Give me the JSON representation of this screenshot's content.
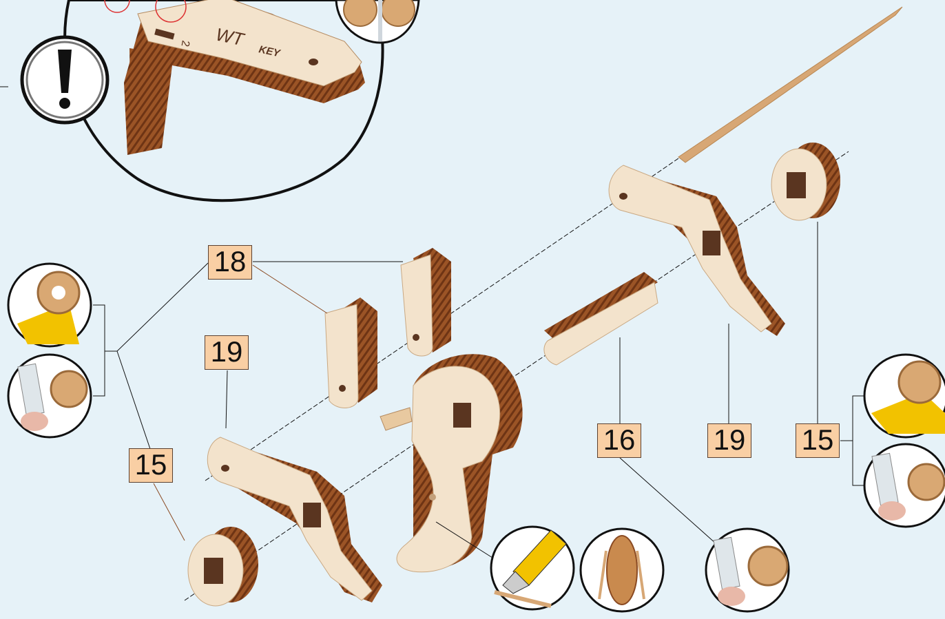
{
  "callouts": [
    {
      "id": "18",
      "text": "18"
    },
    {
      "id": "19a",
      "text": "19"
    },
    {
      "id": "15a",
      "text": "15"
    },
    {
      "id": "16",
      "text": "16"
    },
    {
      "id": "19b",
      "text": "19"
    },
    {
      "id": "15b",
      "text": "15"
    }
  ],
  "part_engraving": {
    "brand": "WT",
    "word": "KEY",
    "number": "2"
  },
  "warning_icon": "exclamation-warning-icon",
  "colors": {
    "background": "#e6f2f8",
    "plywood_face": "#f3e3cc",
    "plywood_edge": "#8a4a22",
    "callout_fill": "#f9cfa4",
    "accent_yellow": "#f2c200"
  }
}
